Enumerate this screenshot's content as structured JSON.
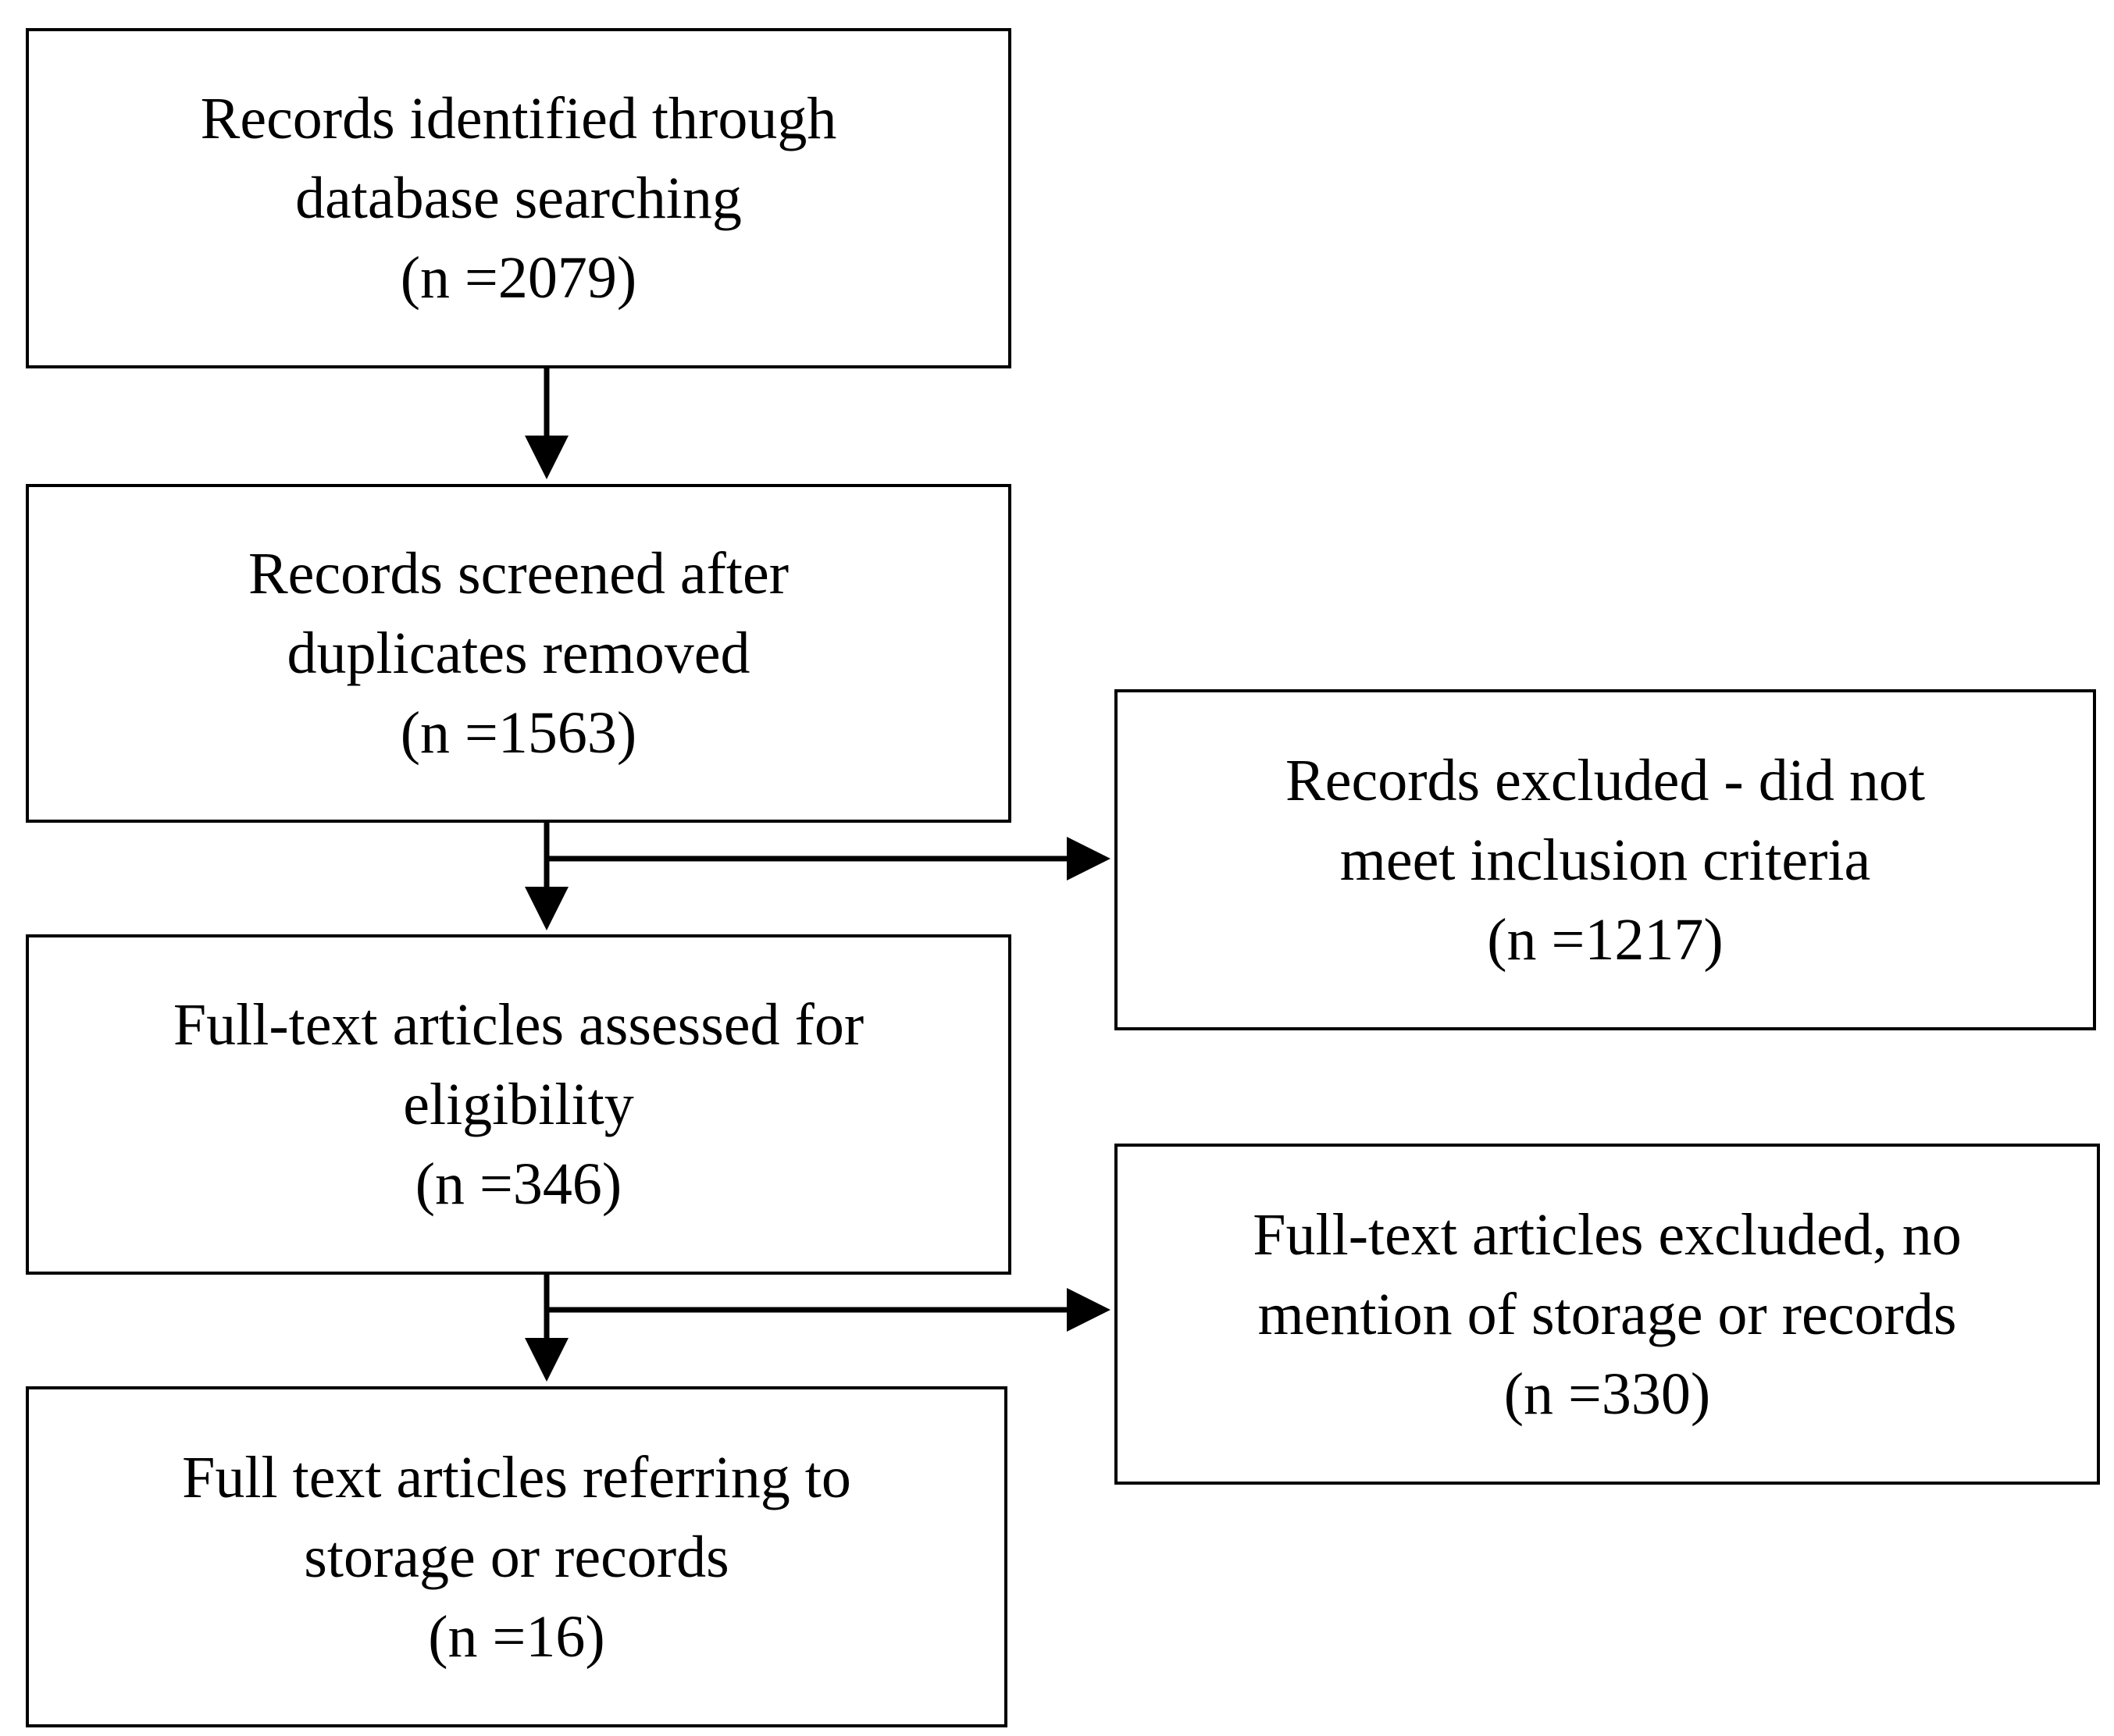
{
  "flow": {
    "identified": {
      "line1": "Records identified through",
      "line2": "database searching",
      "count": "(n =2079)"
    },
    "screened": {
      "line1": "Records screened after",
      "line2": "duplicates removed",
      "count": "(n =1563)"
    },
    "excluded_screening": {
      "line1": "Records excluded - did not",
      "line2": "meet inclusion criteria",
      "count": "(n =1217)"
    },
    "assessed": {
      "line1": "Full-text articles assessed for",
      "line2": "eligibility",
      "count": "(n =346)"
    },
    "excluded_fulltext": {
      "line1": "Full-text articles excluded, no",
      "line2": "mention of storage or records",
      "count": "(n =330)"
    },
    "included": {
      "line1": "Full text articles referring to",
      "line2": "storage or records",
      "count": "(n =16)"
    }
  },
  "colors": {
    "stroke": "#000000",
    "background": "#ffffff"
  }
}
